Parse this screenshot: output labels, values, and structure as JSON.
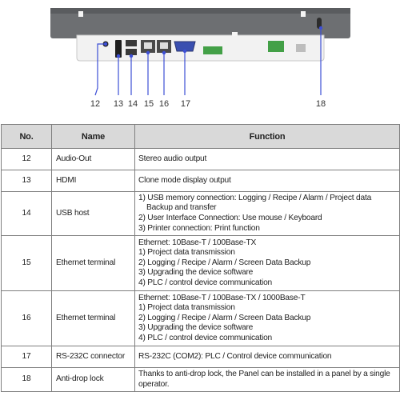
{
  "diagram": {
    "callouts": [
      "12",
      "13",
      "14",
      "15",
      "16",
      "17",
      "18"
    ]
  },
  "table": {
    "headers": {
      "no": "No.",
      "name": "Name",
      "function": "Function"
    },
    "rows": [
      {
        "no": "12",
        "name": "Audio-Out",
        "function": [
          "Stereo audio output"
        ]
      },
      {
        "no": "13",
        "name": "HDMI",
        "function": [
          "Clone mode display output"
        ]
      },
      {
        "no": "14",
        "name": "USB host",
        "function": [
          "1) USB memory connection: Logging / Recipe / Alarm / Project data",
          "Backup and transfer",
          "2) User Interface Connection: Use mouse / Keyboard",
          "3) Printer connection: Print function"
        ]
      },
      {
        "no": "15",
        "name": "Ethernet terminal",
        "function": [
          "Ethernet: 10Base-T / 100Base-TX",
          "1) Project data transmission",
          "2) Logging / Recipe / Alarm / Screen Data Backup",
          "3) Upgrading the device software",
          "4) PLC / control device communication"
        ]
      },
      {
        "no": "16",
        "name": "Ethernet terminal",
        "function": [
          "Ethernet: 10Base-T / 100Base-TX / 1000Base-T",
          "1) Project data transmission",
          "2) Logging / Recipe / Alarm / Screen Data Backup",
          "3) Upgrading the device software",
          "4) PLC / control device communication"
        ]
      },
      {
        "no": "17",
        "name": "RS-232C connector",
        "function": [
          "RS-232C (COM2): PLC / Control device communication"
        ]
      },
      {
        "no": "18",
        "name": "Anti-drop lock",
        "function": [
          "Thanks to anti-drop lock, the Panel can be installed in a panel by a single",
          "operator."
        ]
      }
    ]
  }
}
